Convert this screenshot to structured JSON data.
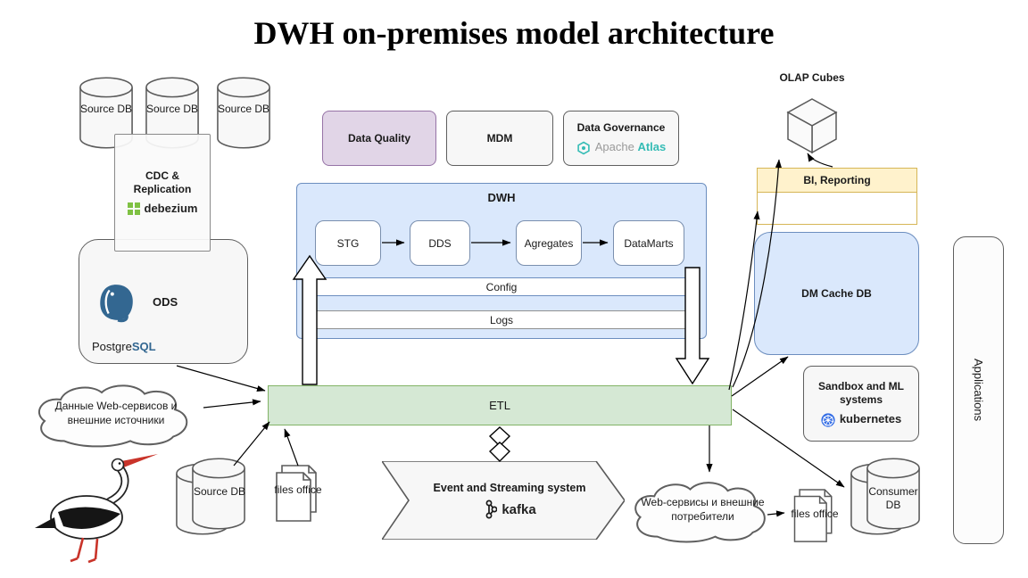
{
  "title": "DWH on-premises model architecture",
  "colors": {
    "dwh_fill": "#dae8fc",
    "dwh_border": "#6c8ebf",
    "etl_fill": "#d5e8d4",
    "etl_border": "#82b366",
    "data_quality_fill": "#e1d5e7",
    "data_quality_border": "#9673a6",
    "bi_header_fill": "#fff2cc",
    "bi_border": "#d6b656",
    "dm_cache_fill": "#dae8fc",
    "neutral_fill": "#f7f7f7",
    "neutral_border": "#5f5f5f",
    "kubernetes_blue": "#326ce5",
    "atlas_teal": "#35bcb5",
    "debezium_green": "#7fc143",
    "postgres_blue": "#336791",
    "stork_red": "#c9342a"
  },
  "icons": {
    "debezium": "green-grid-icon",
    "postgresql": "elephant-icon",
    "apache_atlas": "teal-hexagon-icon",
    "kafka": "dot-network-icon",
    "kubernetes": "helm-wheel-icon",
    "stork": "stork-illustration"
  },
  "nodes": {
    "source_db": {
      "label": "Source DB"
    },
    "cdc": {
      "label": "CDC & Replication",
      "logo_text": "debezium"
    },
    "ods": {
      "label": "ODS",
      "logo_text_1": "Postgre",
      "logo_text_2": "SQL"
    },
    "cloud_sources": {
      "label": "Данные Web-сервисов и внешние источники"
    },
    "data_quality": {
      "label": "Data Quality"
    },
    "mdm": {
      "label": "MDM"
    },
    "data_governance": {
      "label": "Data Governance",
      "logo_text_1": "Apache",
      "logo_text_2": "Atlas"
    },
    "dwh": {
      "label": "DWH",
      "stages": [
        "STG",
        "DDS",
        "Agregates",
        "DataMarts"
      ],
      "config": "Config",
      "logs": "Logs"
    },
    "etl": {
      "label": "ETL"
    },
    "event_streaming": {
      "label": "Event and Streaming system",
      "logo_text": "kafka"
    },
    "olap": {
      "label": "OLAP Cubes"
    },
    "bi": {
      "label": "BI, Reporting"
    },
    "dm_cache": {
      "label": "DM Cache DB"
    },
    "sandbox": {
      "label": "Sandbox and ML systems",
      "logo_text": "kubernetes"
    },
    "applications": {
      "label": "Applications"
    },
    "cloud_consumers": {
      "label": "Web-сервисы и внешние потребители"
    },
    "files_office": {
      "label": "files office"
    },
    "consumer_db": {
      "label": "Consumer DB"
    }
  }
}
